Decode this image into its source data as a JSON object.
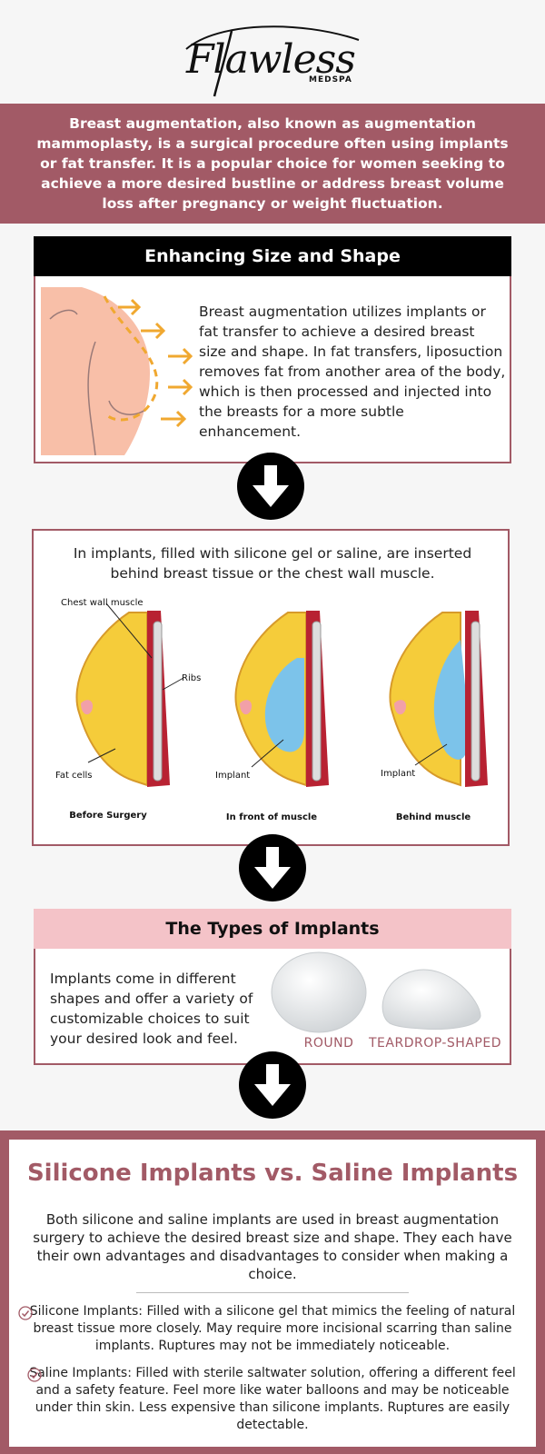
{
  "logo": {
    "script": "Flawless",
    "sub": "MEDSPA"
  },
  "intro": {
    "text": "Breast augmentation, also known as augmentation mammoplasty, is a surgical procedure often using implants or fat transfer. It is a popular choice for women seeking to achieve a more desired bustline or address breast volume loss after pregnancy or weight fluctuation."
  },
  "section1": {
    "title": "Enhancing Size and Shape",
    "body": "Breast augmentation utilizes implants or fat transfer to achieve a desired breast size and shape. In fat transfers, liposuction removes fat from another area of the body, which is then processed and injected into the breasts for a more subtle enhancement."
  },
  "section2": {
    "body": "In implants, filled with silicone gel or saline, are inserted behind breast tissue or the chest wall muscle.",
    "labels": {
      "chest_wall": "Chest wall muscle",
      "ribs": "Ribs",
      "fat_cells": "Fat cells",
      "implant": "Implant"
    },
    "captions": [
      "Before Surgery",
      "In front of muscle",
      "Behind muscle"
    ]
  },
  "section3": {
    "title": "The Types of Implants",
    "body": "Implants come in different shapes and offer a variety of customizable choices to suit your desired look and feel.",
    "shapes": [
      "ROUND",
      "TEARDROP-SHAPED"
    ]
  },
  "section4": {
    "title": "Silicone Implants vs. Saline Implants",
    "body": "Both silicone and saline implants are used in breast augmentation surgery to achieve the desired breast size and shape. They each have their own advantages and disadvantages to consider when making a choice.",
    "items": [
      "Silicone Implants: Filled with a silicone gel that mimics the feeling of natural breast tissue more closely. May require more incisional scarring than saline implants. Ruptures may not be immediately noticeable.",
      "Saline Implants: Filled with sterile saltwater solution, offering a different feel and a safety feature. Feel more like water balloons and may be noticeable under thin skin. Less expensive than silicone implants. Ruptures are easily detectable."
    ]
  },
  "colors": {
    "brand": "#a25a66",
    "header_dark": "#000000",
    "header_pink": "#f4c3c8",
    "arrow": "#f0a830"
  }
}
